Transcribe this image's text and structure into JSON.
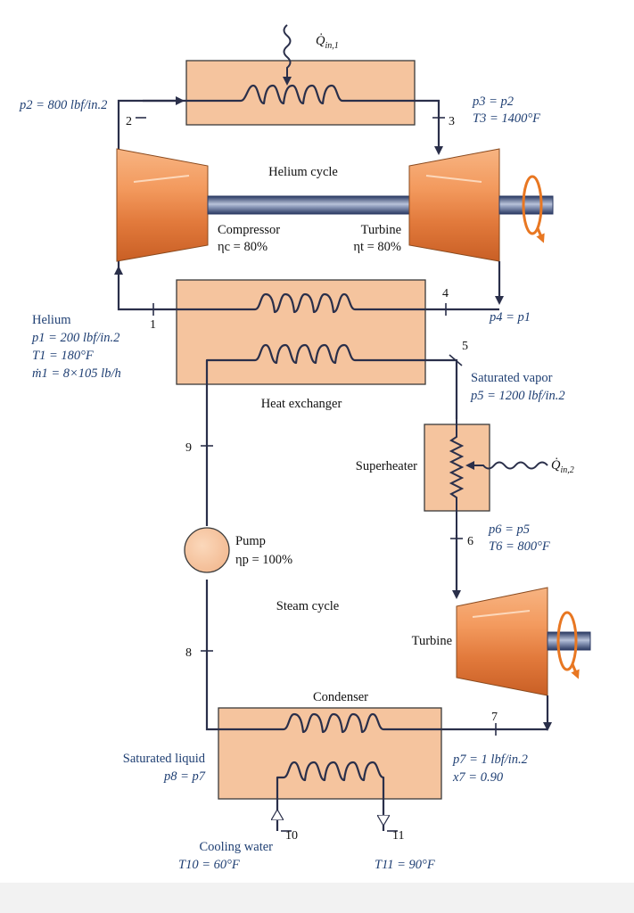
{
  "diagram": {
    "heat_in_1": "Q̇",
    "heat_in_1_sub": "in,1",
    "heat_in_2": "Q̇",
    "heat_in_2_sub": "in,2",
    "helium_cycle": "Helium cycle",
    "steam_cycle": "Steam cycle",
    "compressor": {
      "name": "Compressor",
      "eff": "ηc = 80%"
    },
    "he_turbine": {
      "name": "Turbine",
      "eff": "ηt = 80%"
    },
    "heat_exchanger": "Heat exchanger",
    "superheater": "Superheater",
    "pump": {
      "name": "Pump",
      "eff": "ηp = 100%"
    },
    "st_turbine": "Turbine",
    "condenser": "Condenser",
    "state2": "p2 = 800 lbf/in.2",
    "state3": [
      "p3 = p2",
      "T3 = 1400°F"
    ],
    "state4": "p4 = p1",
    "state1": [
      "Helium",
      "p1 = 200 lbf/in.2",
      "T1 = 180°F",
      "ṁ1 = 8×105 lb/h"
    ],
    "state5": [
      "Saturated vapor",
      "p5 = 1200 lbf/in.2"
    ],
    "state6": [
      "p6 = p5",
      "T6 = 800°F"
    ],
    "state7": [
      "p7 = 1 lbf/in.2",
      "x7 = 0.90"
    ],
    "state8": [
      "Saturated liquid",
      "p8 = p7"
    ],
    "state10": [
      "Cooling water",
      "T10 = 60°F"
    ],
    "state11": "T11 = 90°F",
    "points": [
      "1",
      "2",
      "3",
      "4",
      "5",
      "6",
      "7",
      "8",
      "9",
      "10",
      "11"
    ]
  },
  "colors": {
    "box_fill": "#f5c49e",
    "turbo_orange": "#e8874a",
    "shaft_blue": "#4a5e8c",
    "text_blue": "#1f3f73",
    "rotation_orange": "#e87722",
    "line": "#2a2f4a"
  }
}
